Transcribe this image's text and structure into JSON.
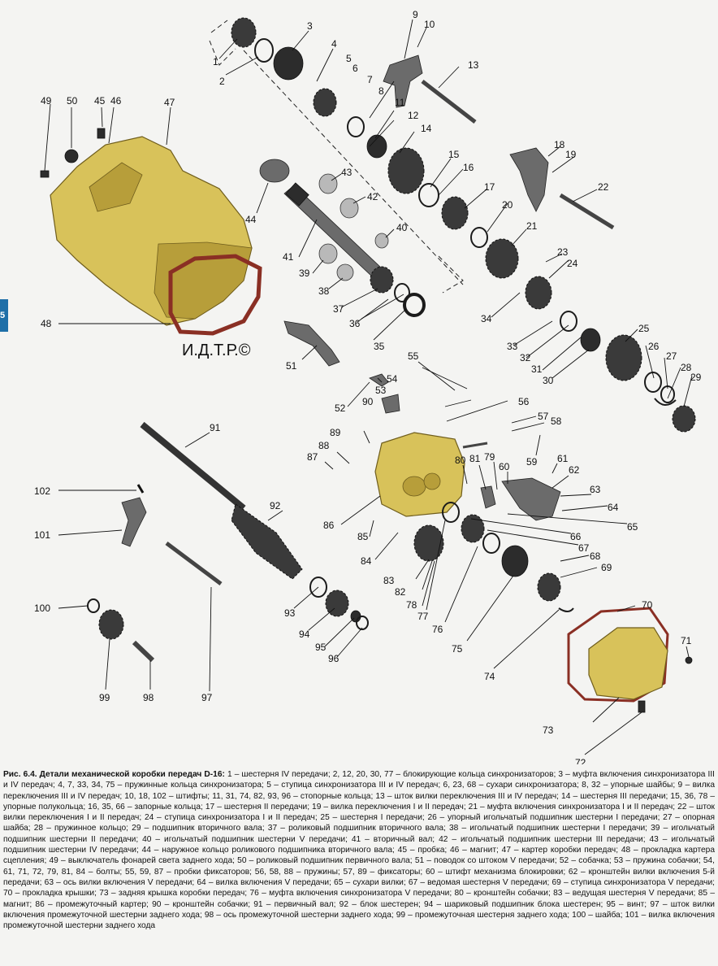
{
  "labels": {
    "l1": "1",
    "l2": "2",
    "l3": "3",
    "l4": "4",
    "l5": "5",
    "l6": "6",
    "l7": "7",
    "l8": "8",
    "l9": "9",
    "l10": "10",
    "l11": "11",
    "l12": "12",
    "l13": "13",
    "l14": "14",
    "l15": "15",
    "l16": "16",
    "l17": "17",
    "l18": "18",
    "l19": "19",
    "l20": "20",
    "l21": "21",
    "l22": "22",
    "l23": "23",
    "l24": "24",
    "l25": "25",
    "l26": "26",
    "l27": "27",
    "l28": "28",
    "l29": "29",
    "l30": "30",
    "l31": "31",
    "l32": "32",
    "l33": "33",
    "l34": "34",
    "l35": "35",
    "l36": "36",
    "l37": "37",
    "l38": "38",
    "l39": "39",
    "l40": "40",
    "l41": "41",
    "l42": "42",
    "l43": "43",
    "l44": "44",
    "l45": "45",
    "l46": "46",
    "l47": "47",
    "l48": "48",
    "l49": "49",
    "l50": "50",
    "l51": "51",
    "l52": "52",
    "l53": "53",
    "l54": "54",
    "l55": "55",
    "l56": "56",
    "l57": "57",
    "l58": "58",
    "l59": "59",
    "l60": "60",
    "l61": "61",
    "l62": "62",
    "l63": "63",
    "l64": "64",
    "l65": "65",
    "l66": "66",
    "l67": "67",
    "l68": "68",
    "l69": "69",
    "l70": "70",
    "l71": "71",
    "l72": "72",
    "l73": "73",
    "l74": "74",
    "l75": "75",
    "l76": "76",
    "l77": "77",
    "l78": "78",
    "l79": "79",
    "l80": "80",
    "l81": "81",
    "l82": "82",
    "l83": "83",
    "l84": "84",
    "l85": "85",
    "l86": "86",
    "l87": "87",
    "l88": "88",
    "l89": "89",
    "l90": "90",
    "l91": "91",
    "l92": "92",
    "l93": "93",
    "l94": "94",
    "l95": "95",
    "l96": "96",
    "l97": "97",
    "l98": "98",
    "l99": "99",
    "l100": "100",
    "l101": "101",
    "l102": "102"
  },
  "side_tab": "5",
  "watermark": "И.Д.Т.Р.©",
  "caption": {
    "title": "Рис. 6.4. Детали механической коробки передач D-16:",
    "text": " 1 – шестерня IV передачи; 2, 12, 20, 30, 77 – блокирующие кольца синхронизаторов; 3 – муфта включения синхронизатора III и IV передач; 4, 7, 33, 34, 75 – пружинные кольца синхронизатора; 5 – ступица синхронизатора III и IV передач; 6, 23, 68 – сухари синхронизатора; 8, 32 – упорные шайбы; 9 – вилка переключения III и IV передач; 10, 18, 102 – штифты; 11, 31, 74, 82, 93, 96 – стопорные кольца; 13 – шток вилки переключения III и IV передач; 14 – шестерня III передачи; 15, 36, 78 – упорные полукольца; 16, 35, 66 – запорные кольца; 17 – шестерня II передачи; 19 – вилка переключения I и II передач; 21 – муфта включения синхронизатора I и II передач; 22 – шток вилки переключения I и II передач; 24 – ступица синхронизатора I и II передач; 25 – шестерня I передачи; 26 – упорный игольчатый подшипник шестерни I передачи; 27 – опорная шайба; 28 – пружинное кольцо; 29 – подшипник вторичного вала; 37 – роликовый подшипник вторичного вала; 38 – игольчатый подшипник шестерни I передачи; 39 – игольчатый подшипник шестерни II передачи; 40 – игольчатый подшипник шестерни V передачи; 41 – вторичный вал; 42 – игольчатый подшипник шестерни III передачи; 43 – игольчатый подшипник шестерни IV передачи; 44 – наружное кольцо роликового подшипника вторичного вала; 45 – пробка; 46 – магнит; 47 – картер коробки передач; 48 – прокладка картера сцепления; 49 – выключатель фонарей света заднего хода; 50 – роликовый подшипник первичного вала; 51 – поводок со штоком V передачи; 52 – собачка; 53 – пружина собачки; 54, 61, 71, 72, 79, 81, 84 – болты; 55, 59, 87 – пробки фиксаторов; 56, 58, 88 – пружины; 57, 89 – фиксаторы; 60 – штифт механизма блокировки; 62 – кронштейн вилки включения 5-й передачи; 63 – ось вилки включения V передачи; 64 – вилка включения V передачи; 65 – сухари вилки; 67 – ведомая шестерня V передачи; 69 – ступица синхронизатора V передачи; 70 – прокладка крышки; 73 – задняя крышка коробки передач; 76 – муфта включения синхронизатора V передачи; 80 – кронштейн собачки; 83 – ведущая шестерня V передачи; 85 – магнит; 86 – промежуточный картер; 90 – кронштейн собачки; 91 – первичный вал; 92 – блок шестерен; 94 – шариковый подшипник блока шестерен; 95 – винт; 97 – шток вилки включения промежуточной шестерни заднего хода; 98 – ось промежуточной шестерни заднего хода; 99 – промежуточная шестерня заднего хода; 100 – шайба; 101 – вилка включения промежуточной шестерни заднего хода"
  },
  "colors": {
    "housing": "#d8c25a",
    "gasket": "#8a2f24",
    "tab": "#1f6fa8"
  }
}
